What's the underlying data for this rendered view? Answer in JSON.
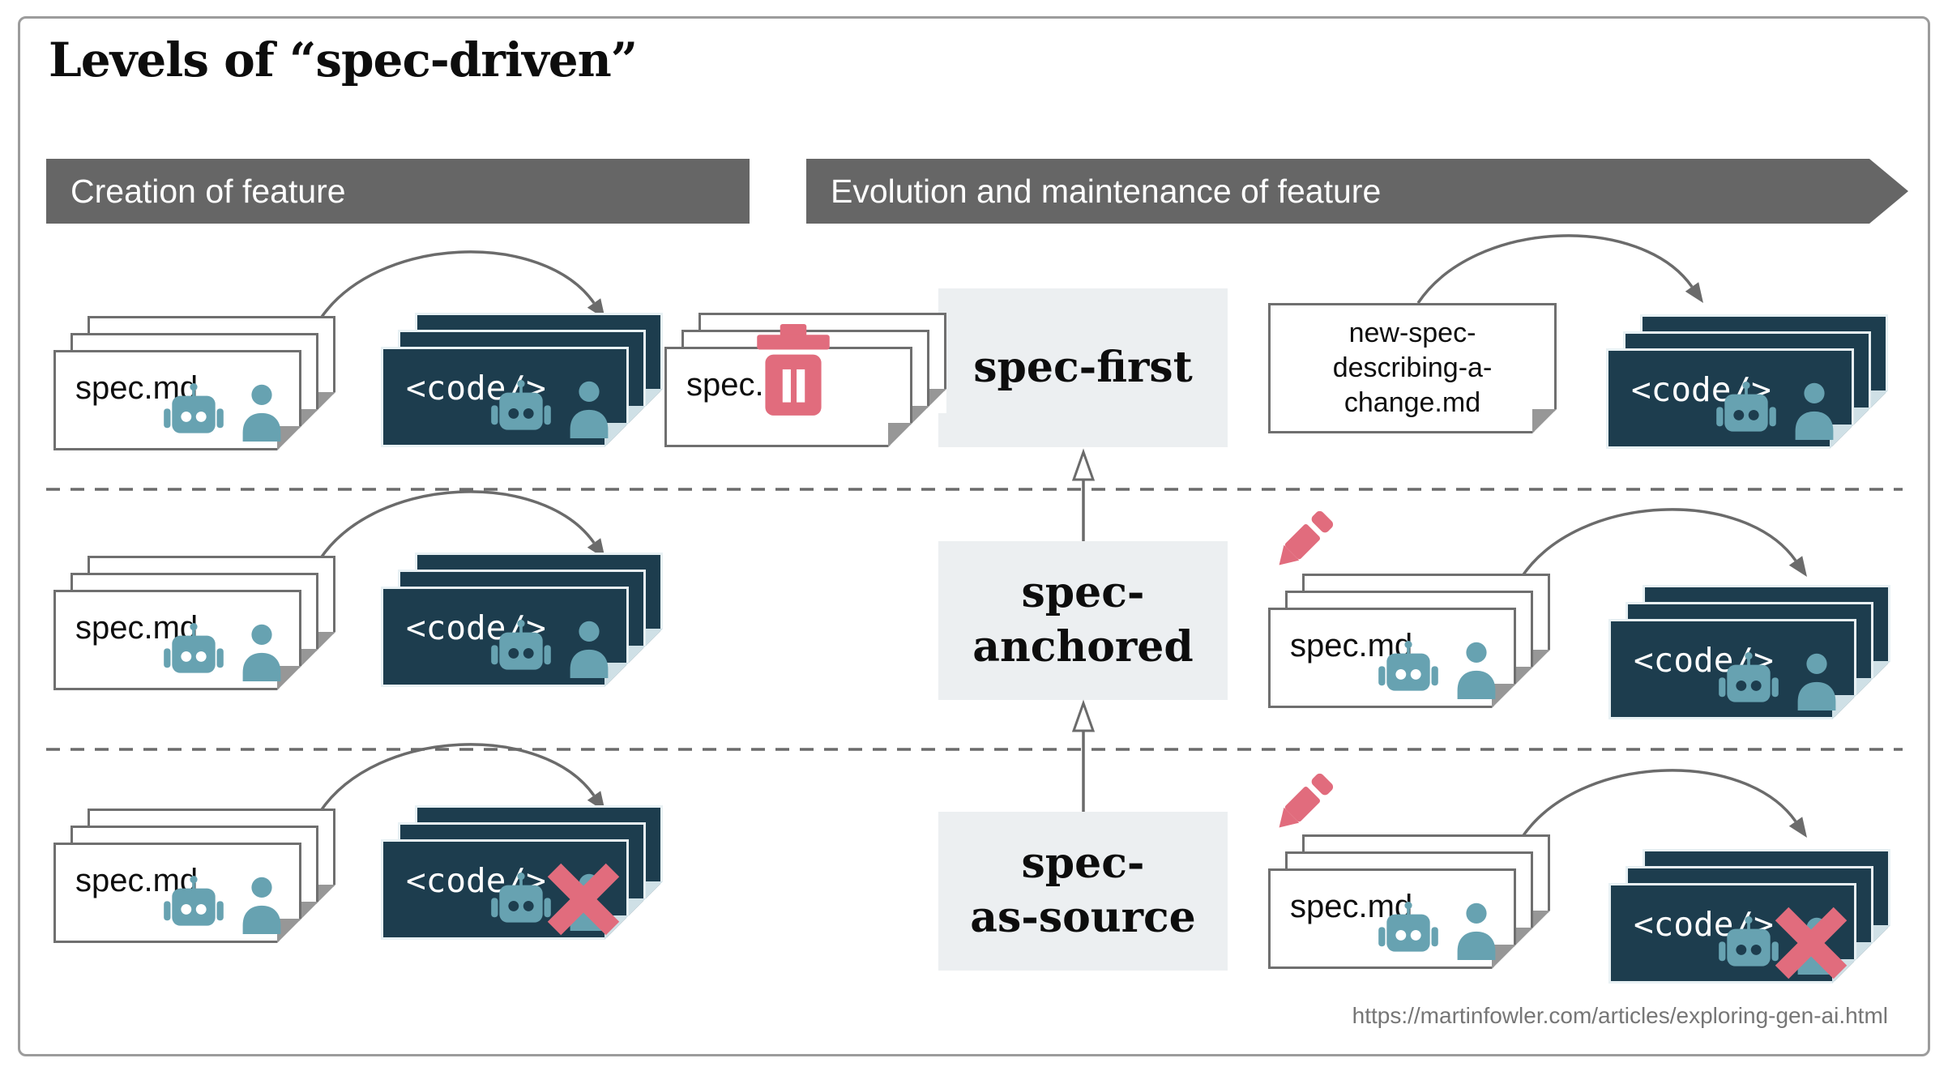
{
  "title": "Levels of “spec-driven”",
  "banners": {
    "creation": "Creation of feature",
    "evolution": "Evolution and maintenance of feature"
  },
  "levels": {
    "spec_first": {
      "line1": "spec-first",
      "line2": ""
    },
    "spec_anchored": {
      "line1": "spec-",
      "line2": "anchored"
    },
    "spec_as_source": {
      "line1": "spec-",
      "line2": "as-source"
    }
  },
  "cards": {
    "spec_md": "spec.md",
    "code": "<code/>",
    "new_spec": {
      "line1": "new-spec-",
      "line2": "describing-a-",
      "line3": "change.md"
    }
  },
  "icons": {
    "robot": "robot-icon",
    "person": "person-icon",
    "trash": "trash-icon",
    "pencil": "pencil-icon",
    "cross": "x-icon"
  },
  "colors": {
    "navy_card": "#1d3d4e",
    "teal_icon": "#67a2b1",
    "rose_icon": "#e16c7d",
    "banner_gray": "#666666",
    "level_box_bg": "#eceff1",
    "line_gray": "#6b6b6b"
  },
  "footer": {
    "url": "https://martinfowler.com/articles/exploring-gen-ai.html"
  }
}
